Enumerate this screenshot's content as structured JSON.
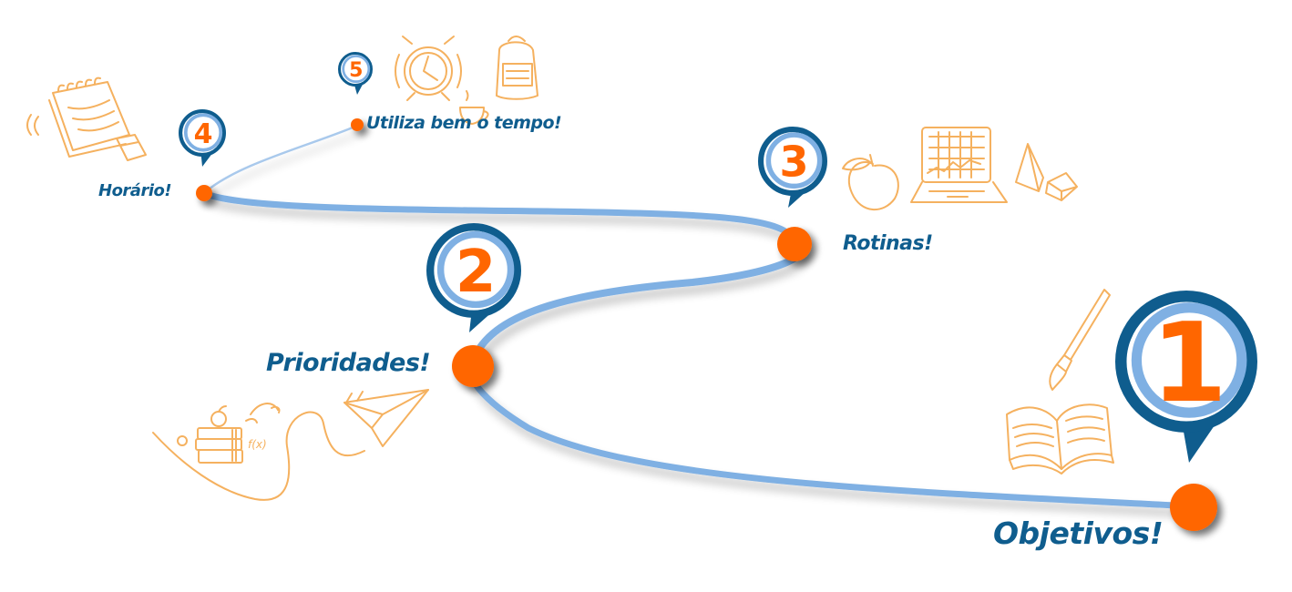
{
  "title": "Roadmap de estudo",
  "colors": {
    "path_light": "#7fb0e3",
    "path_dark": "#0f5d8e",
    "marker": "#ff6600",
    "number": "#ff6600",
    "doodle": "#f5b15f",
    "label": "#0f5d8e"
  },
  "steps": [
    {
      "number": "1",
      "label": "Objetivos!",
      "doodle": "book-and-brush-icon"
    },
    {
      "number": "2",
      "label": "Prioridades!",
      "doodle": "books-and-paper-plane-icon"
    },
    {
      "number": "3",
      "label": "Rotinas!",
      "doodle": "apple-laptop-geometry-icon"
    },
    {
      "number": "4",
      "label": "Horário!",
      "doodle": "notebook-and-eraser-icon"
    },
    {
      "number": "5",
      "label": "Utiliza bem o tempo!",
      "doodle": "alarm-clock-and-backpack-icon"
    }
  ]
}
